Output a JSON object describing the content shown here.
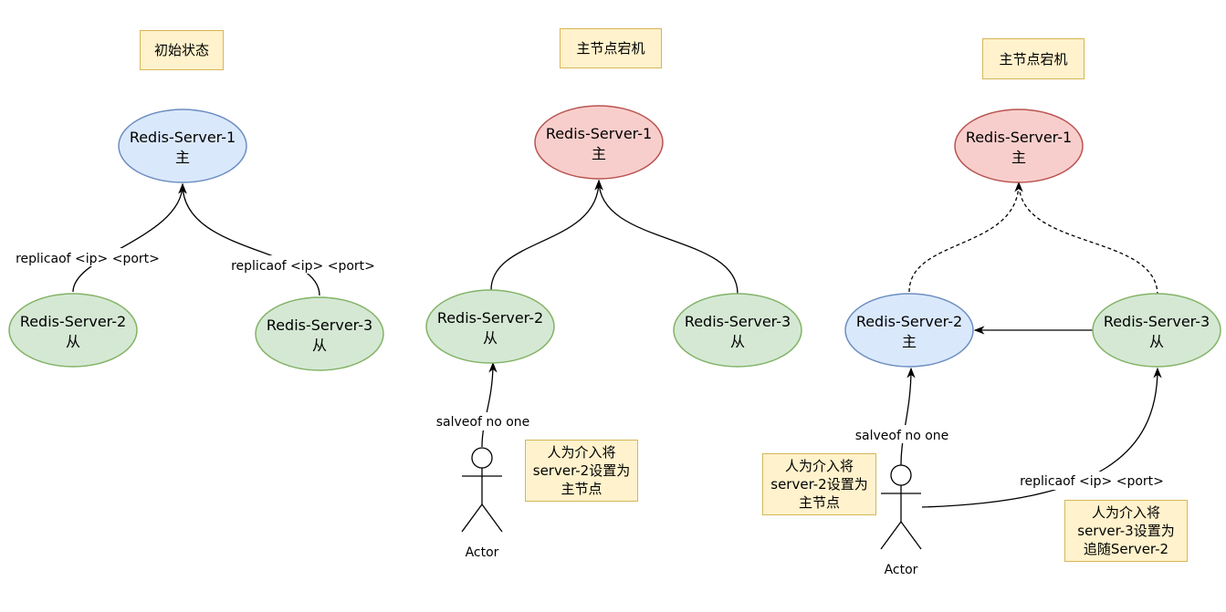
{
  "colors": {
    "master_fill": "#dae8fc",
    "master_stroke": "#6c8ebf",
    "slave_fill": "#d5e8d4",
    "slave_stroke": "#82b366",
    "down_fill": "#f8cecc",
    "down_stroke": "#b85450",
    "note_fill": "#fff2cc",
    "note_stroke": "#d6b656"
  },
  "panel1": {
    "title": "初始状态",
    "server1": {
      "name": "Redis-Server-1",
      "role": "主"
    },
    "server2": {
      "name": "Redis-Server-2",
      "role": "从"
    },
    "server3": {
      "name": "Redis-Server-3",
      "role": "从"
    },
    "edge_label_left": "replicaof <ip> <port>",
    "edge_label_right": "replicaof <ip> <port>"
  },
  "panel2": {
    "title": "主节点宕机",
    "server1": {
      "name": "Redis-Server-1",
      "role": "主"
    },
    "server2": {
      "name": "Redis-Server-2",
      "role": "从"
    },
    "server3": {
      "name": "Redis-Server-3",
      "role": "从"
    },
    "edge_label": "salveof no one",
    "actor": "Actor",
    "note": [
      "人为介入将",
      "server-2设置为",
      "主节点"
    ]
  },
  "panel3": {
    "title": "主节点宕机",
    "server1": {
      "name": "Redis-Server-1",
      "role": "主"
    },
    "server2": {
      "name": "Redis-Server-2",
      "role": "主"
    },
    "server3": {
      "name": "Redis-Server-3",
      "role": "从"
    },
    "edge_label_left": "salveof no one",
    "edge_label_right": "replicaof <ip> <port>",
    "actor": "Actor",
    "note_left": [
      "人为介入将",
      "server-2设置为",
      "主节点"
    ],
    "note_right": [
      "人为介入将",
      "server-3设置为",
      "追随Server-2"
    ]
  }
}
